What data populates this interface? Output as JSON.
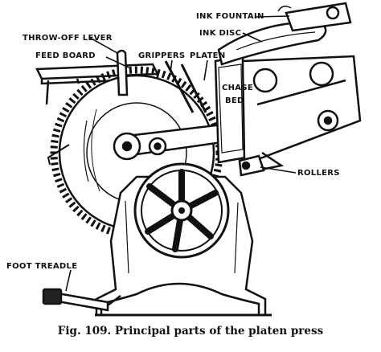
{
  "labels": {
    "ink_fountain": "INK FOUNTAIN",
    "ink_disc": "INK DISC",
    "throw_off_lever": "THROW-OFF LEVER",
    "feed_board": "FEED BOARD",
    "grippers": "GRIPPERS",
    "platen": "PLATEN",
    "chase_bed_line1": "CHASE",
    "chase_bed_line2": "BED",
    "rollers": "ROLLERS",
    "foot_treadle": "FOOT TREADLE"
  },
  "caption": "Fig. 109. Principal parts of the platen press"
}
